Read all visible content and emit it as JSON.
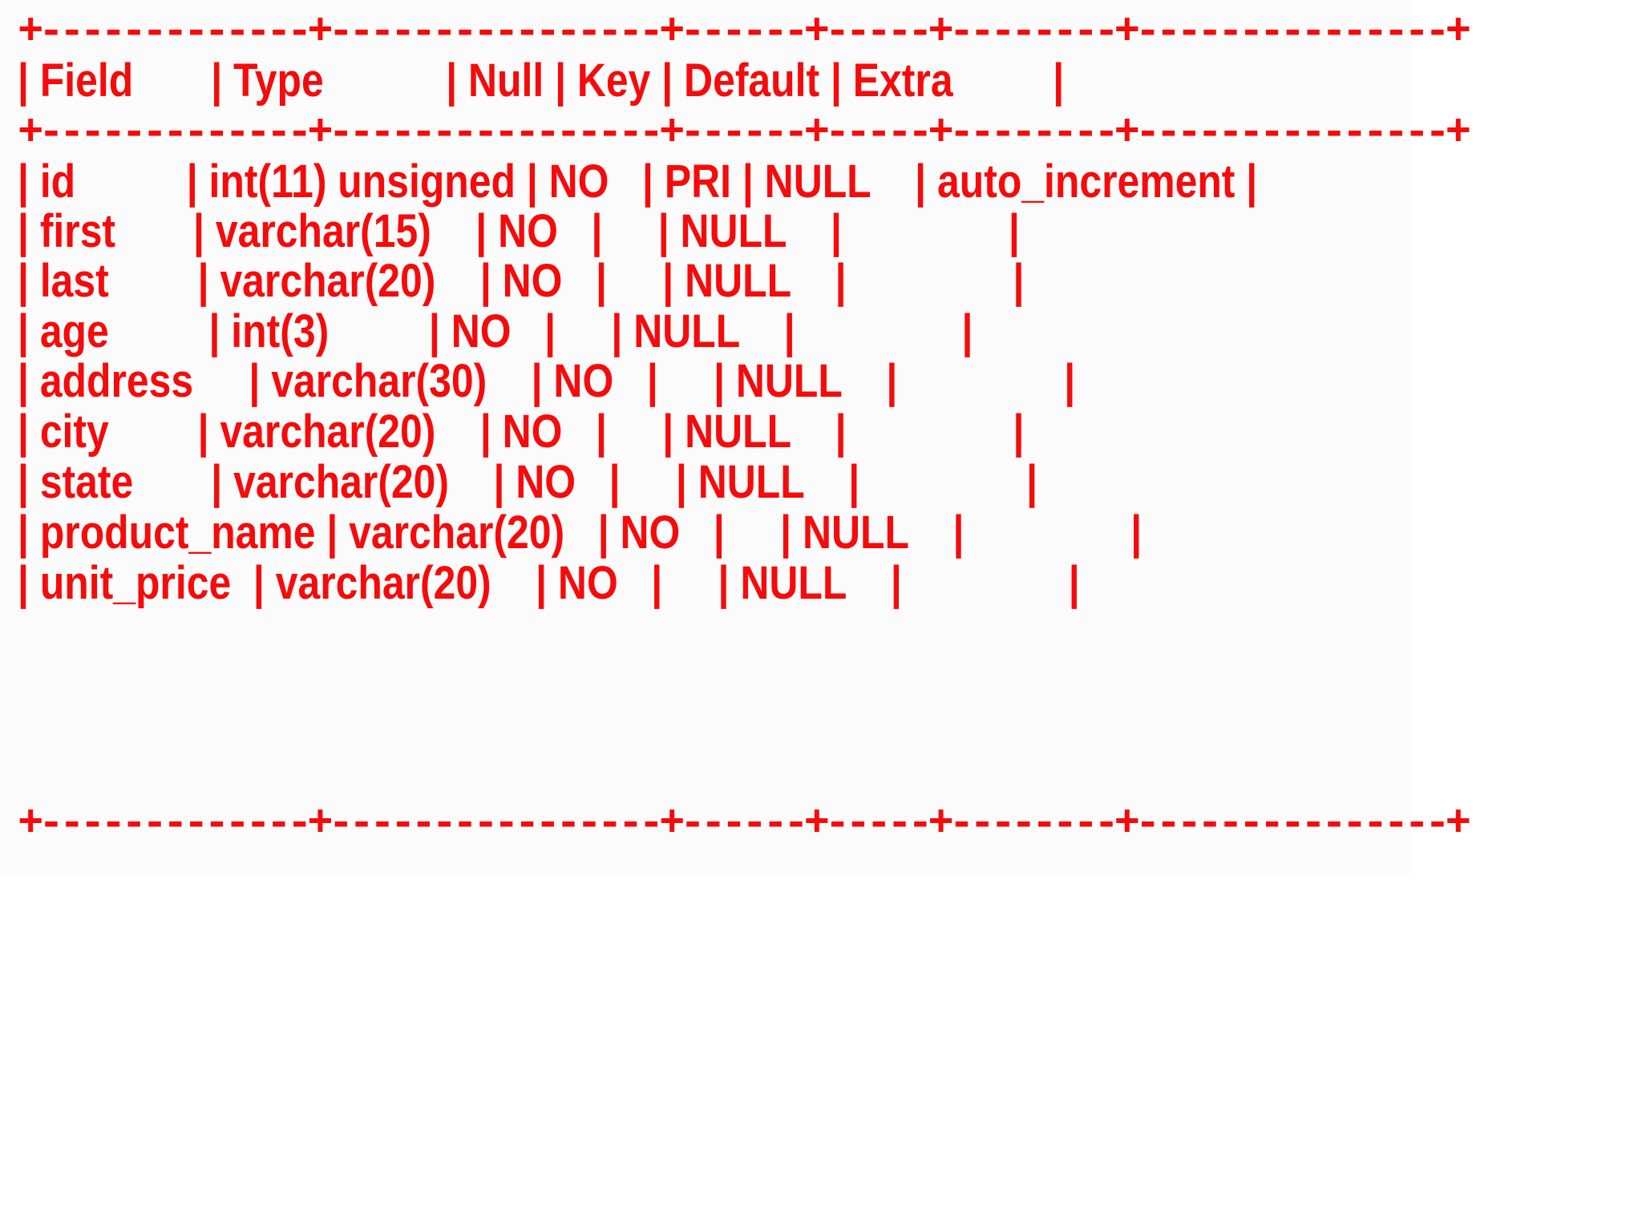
{
  "terminal": {
    "text_color": "#f50b0b",
    "background_color": "#ffffff",
    "plate_color": "#fbfbfb",
    "output_type": "mysql-describe-table"
  },
  "table": {
    "rule_line": "+-------------+----------------+------+-----+--------+---------------+",
    "header_line": "| Field       | Type           | Null | Key | Default | Extra         |",
    "columns": [
      "Field",
      "Type",
      "Null",
      "Key",
      "Default",
      "Extra"
    ],
    "rows": [
      {
        "line": "| id          | int(11) unsigned | NO   | PRI | NULL    | auto_increment |",
        "field": "id",
        "type": "int(11) unsigned",
        "null": "NO",
        "key": "PRI",
        "default": "NULL",
        "extra": "auto_increment"
      },
      {
        "line": "| first       | varchar(15)    | NO   |     | NULL    |               |",
        "field": "first",
        "type": "varchar(15)",
        "null": "NO",
        "key": "",
        "default": "NULL",
        "extra": ""
      },
      {
        "line": "| last        | varchar(20)    | NO   |     | NULL    |               |",
        "field": "last",
        "type": "varchar(20)",
        "null": "NO",
        "key": "",
        "default": "NULL",
        "extra": ""
      },
      {
        "line": "| age         | int(3)         | NO   |     | NULL    |               |",
        "field": "age",
        "type": "int(3)",
        "null": "NO",
        "key": "",
        "default": "NULL",
        "extra": ""
      },
      {
        "line": "| address     | varchar(30)    | NO   |     | NULL    |               |",
        "field": "address",
        "type": "varchar(30)",
        "null": "NO",
        "key": "",
        "default": "NULL",
        "extra": ""
      },
      {
        "line": "| city        | varchar(20)    | NO   |     | NULL    |               |",
        "field": "city",
        "type": "varchar(20)",
        "null": "NO",
        "key": "",
        "default": "NULL",
        "extra": ""
      },
      {
        "line": "| state       | varchar(20)    | NO   |     | NULL    |               |",
        "field": "state",
        "type": "varchar(20)",
        "null": "NO",
        "key": "",
        "default": "NULL",
        "extra": ""
      },
      {
        "line": "| product_name | varchar(20)   | NO   |     | NULL    |               |",
        "field": "product_name",
        "type": "varchar(20)",
        "null": "NO",
        "key": "",
        "default": "NULL",
        "extra": ""
      },
      {
        "line": "| unit_price  | varchar(20)    | NO   |     | NULL    |               |",
        "field": "unit_price",
        "type": "varchar(20)",
        "null": "NO",
        "key": "",
        "default": "NULL",
        "extra": ""
      }
    ]
  }
}
